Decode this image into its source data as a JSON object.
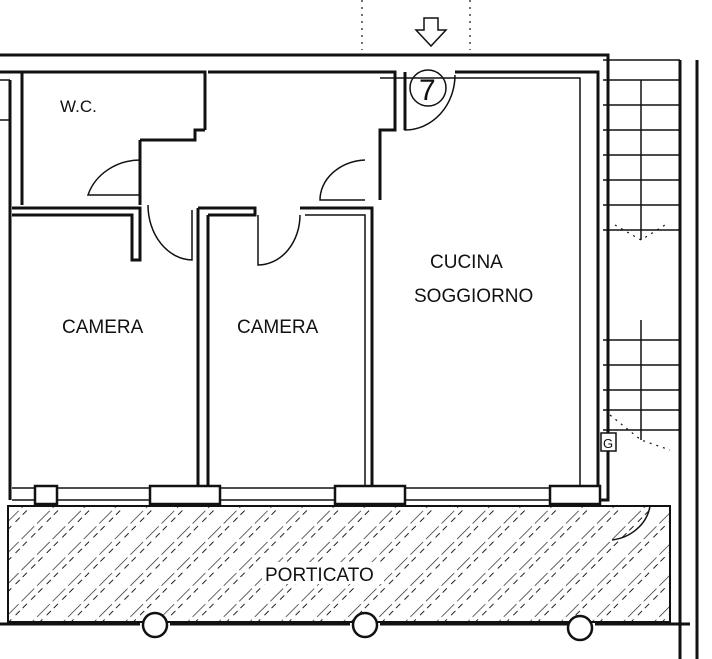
{
  "plan": {
    "rooms": {
      "wc": "W.C.",
      "camera_1": "CAMERA",
      "camera_2": "CAMERA",
      "cucina_line1": "CUCINA",
      "cucina_line2": "SOGGIORNO",
      "porticato": "PORTICATO"
    },
    "entrance_symbol_number": "7",
    "stair_mark": "G"
  }
}
